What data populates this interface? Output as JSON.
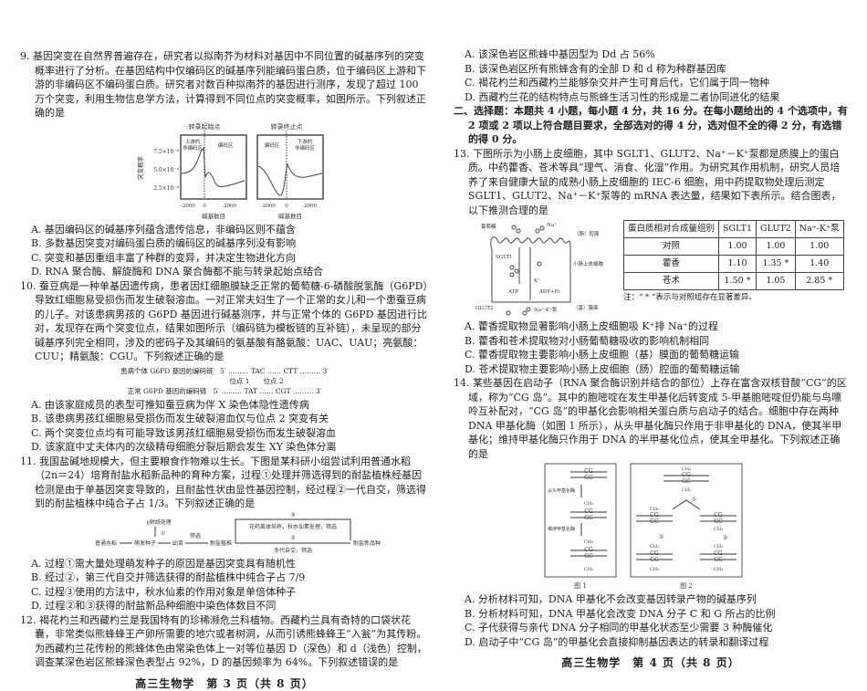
{
  "left": {
    "q9": {
      "stem": "9. 基因突变在自然界普遍存在，研究者以拟南芥为材料对基因中不同位置的碱基序列的突变概率进行了分析。在基因结构中仅编码区的碱基序列能编码蛋白质，位于编码区上游和下游的非编码区不编码蛋白质。研究者对数百种拟南芥的基因进行测序，发现了超过 100 万个突变，利用生物信息学方法，计算得到不同位点的突变概率，如图所示。下列叙述正确的是",
      "figure": {
        "left_top": "转录起始点",
        "right_top": "转录终止点",
        "left_region1": "上游的",
        "left_region1b": "非编码区",
        "left_region2": "编码区",
        "right_region1": "编码区",
        "right_region2": "下游的",
        "right_region2b": "非编码区",
        "ylabel": "突变概率",
        "yticks": [
          "7.5×10⁻⁴",
          "5.0×10⁻⁴",
          "2.5×10⁻⁴"
        ],
        "xticks": [
          "-2000",
          "0",
          "2000"
        ],
        "xlabel": "碱基数目"
      },
      "options": [
        "A. 基因编码区的碱基序列蕴含遗传信息，非编码区则不蕴含",
        "B. 多数基因突变对编码蛋白质的编码区的碱基序列没有影响",
        "C. 突变和基因重组丰富了种群的变异，并决定生物进化方向",
        "D. RNA 聚合酶、解旋酶和 DNA 聚合酶都不能与转录起始点结合"
      ]
    },
    "q10": {
      "stem": "10. 蚕豆病是一种单基因遗传病，患者因红细胞膜缺乏正常的葡萄糖-6-磷酸脱氢酶（G6PD）导致红细胞易受损伤而发生破裂溶血。一对正常夫妇生了一个正常的女儿和一个患蚕豆病的儿子。对该患病男孩的 G6PD 基因进行碱基测序，并与正常个体的 G6PD 基因进行比对，发现存在两个突变位点，结果如图所示（编码链为模板链的互补链），未呈现的部分碱基序列完全相同，涉及的密码子及其编码的氨基酸有酪氨酸：UAC、UAU；亮氨酸：CUU；精氨酸：CGU。下列叙述正确的是",
      "seq_patient": "患病个体 G6PD 基因的编码链　5′ ……… TAC …… CTT ……… 3′",
      "seq_sites": "位点 1　　位点 2",
      "seq_normal": "正常 G6PD 基因的编码链　5′ ……… TAT …… CGT ……… 3′",
      "options": [
        "A. 由该家庭成员的表型可推知蚕豆病为伴 X 染色体隐性遗传病",
        "B. 该患病男孩红细胞易受损伤而发生破裂溶血仅与位点 2 突变有关",
        "C. 两个突变位点均有可能导致该男孩红细胞易受损伤而发生破裂溶血",
        "D. 该家庭中丈夫体内的次级精母细胞分裂后期会发生 XY 染色体分离"
      ]
    },
    "q11": {
      "stem": "11. 我国盐碱地规模大，但主要粮食作物难以生长。下图是某科研小组尝试利用普通水稻（2n＝24）培育耐盐水稻新品种的育种方案，过程①处理并筛选得到的耐盐植株经基因检测是由于单基因突变导致的，且耐盐性状由显性基因控制，经过程②一代自交，筛选得到的耐盐植株中纯合子占 1/3。下列叙述正确的是",
      "flow": {
        "gamma": "γ射线处理",
        "step1": "①",
        "rice": "普通水稻",
        "seed": "萌发种子",
        "seedling": "幼苗",
        "screen": "筛选",
        "tolerant": "耐盐植株",
        "step3": "③",
        "path3": "花药离体培养，秋水仙素处理，筛选",
        "step2": "②",
        "path2": "多代自交，筛选",
        "new": "耐盐新品种"
      },
      "options": [
        "A. 过程①需大量处理萌发种子的原因是基因突变具有随机性",
        "B. 经过②，第三代自交并筛选获得的耐盐植株中纯合子占 7/9",
        "C. 过程③使用的方法中，秋水仙素的作用对象是单倍体种子",
        "D. 过程②和③获得的耐盐新品种细胞中染色体数目不同"
      ]
    },
    "q12": {
      "stem": "12. 褐花杓兰和西藏杓兰是我国特有的珍稀濒危兰科植物。西藏杓兰具有奇特的口袋状花囊，非常类似熊蜂蜂王产卵所需要的地穴或者树洞，从而引诱熊蜂蜂王“入瓮”为其传粉。为西藏杓兰花传粉的熊蜂体色由常染色体上一对等位基因 D（深色）和 d（浅色）控制，调查某深色岩区熊蜂深色表型占 92%，D 的基因频率为 64%。下列叙述错误的是"
    },
    "footer": "高三生物学　第 3 页（共 8 页）"
  },
  "right": {
    "q12_options": [
      "A. 该深色岩区熊蜂中基因型为 Dd 占 56%",
      "B. 该深色岩区所有熊蜂含有的全部 D 和 d 称为种群基因库",
      "C. 褐花杓兰和西藏杓兰能够杂交并产生可育后代，它们属于同一物种",
      "D. 西藏杓兰花的结构特点与熊蜂生活习性的形成是二者协同进化的结果"
    ],
    "section2": "二、选择题：本题共 4 小题，每小题 4 分，共 16 分。在每小题给出的 4 个选项中，有 2 项或 2 项以上符合题目要求，全部选对的得 4 分，选对但不全的得 2 分，有选错的得 0 分。",
    "q13": {
      "stem": "13. 下图所示为小肠上皮细胞，其中 SGLT1、GLUT2、Na⁺－K⁺泵都是质膜上的蛋白质。中药藿香、苍术等具“理气、消食、化湿”作用。为研究其作用机制，研究人员培养了来自健康大鼠的成熟小肠上皮细胞的 IEC-6 细胞，用中药提取物处理后测定 SGLT1、GLUT2、Na⁺－K⁺泵等的 mRNA 表达量，结果如下表所示。结合图表，以下推测合理的是",
      "diagram": {
        "glucose": "葡萄糖",
        "na": "Na⁺",
        "lumen": "（肠）腔面",
        "sglt1": "SGLT1",
        "cell": "小肠上皮细胞",
        "k": "K⁺",
        "atp": "ATP",
        "adp": "ADP+Pi",
        "glut2": "GLUT2",
        "pump": "Na⁺-K⁺泵",
        "basal": "（基）膜面"
      },
      "table": {
        "headers": [
          "蛋白质相对合成量组别",
          "SGLT1",
          "GLUT2",
          "Na⁺-K⁺泵"
        ],
        "rows": [
          [
            "对照",
            "1.00",
            "1.00",
            "1.00"
          ],
          [
            "藿香",
            "1.10",
            "1.35 *",
            "1.40"
          ],
          [
            "苍术",
            "1.50 *",
            "1.05",
            "2.85 *"
          ]
        ],
        "note": "注：“ * ”表示与对照组存在显著差异。"
      },
      "options": [
        "A. 藿香提取物显著影响小肠上皮细胞吸 K⁺排 Na⁺的过程",
        "B. 藿香和苍术提取物对小肠葡萄糖吸收的影响机制相同",
        "C. 藿香提取物主要影响小肠上皮细胞（基）膜面的葡萄糖运输",
        "D. 苍术提取物主要影响小肠上皮细胞（肠）腔面的葡萄糖运输"
      ]
    },
    "q14": {
      "stem": "14. 某些基因在启动子（RNA 聚合酶识别并结合的部位）上存在富含双核苷酸“CG”的区域，称为“CG 岛”。其中的胞嘧啶在发生甲基化后转变成 5-甲基胞嘧啶但仍能与鸟嘌呤互补配对，“CG 岛”的甲基化会影响相关蛋白质与启动子的结合。细胞中存在两种 DNA 甲基化酶（如图 1 所示），从头甲基化酶只作用于非甲基化的 DNA，使其半甲基化；维持甲基化酶只作用于 DNA 的半甲基化位点，使其全甲基化。下列叙述正确的是",
      "fig": {
        "cg": "CG",
        "gc": "GC",
        "ch3": "CH₃",
        "denovo": "从头甲基化酶",
        "maint": "维持甲基化酶",
        "s1": "①",
        "s2": "②",
        "fig1": "图 1",
        "fig2": "图 2"
      },
      "options": [
        "A. 分析材料可知，DNA 甲基化不会改变基因转录产物的碱基序列",
        "B. 分析材料可知，DNA 甲基化会改变 DNA 分子 C 和 G 所占的比例",
        "C. 子代获得与亲代 DNA 分子相同的甲基化状态至少需要 3 种酶催化",
        "D. 启动子中“CG 岛”的甲基化会直接抑制基因表达的转录和翻译过程"
      ]
    },
    "footer": "高三生物学　第 4 页（共 8 页）"
  }
}
